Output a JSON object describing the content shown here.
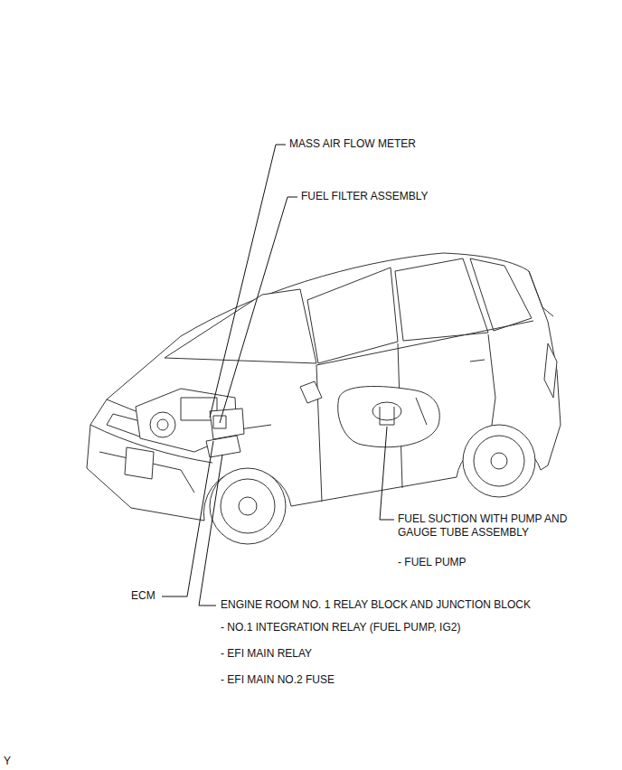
{
  "diagram": {
    "labels": [
      "MASS AIR FLOW METER",
      "FUEL FILTER ASSEMBLY",
      "FUEL SUCTION WITH PUMP AND GAUGE TUBE ASSEMBLY",
      "- FUEL PUMP",
      "ECM",
      "ENGINE ROOM NO. 1 RELAY BLOCK AND JUNCTION BLOCK",
      "- NO.1 INTEGRATION RELAY (FUEL PUMP, IG2)",
      "- EFI MAIN RELAY",
      "- EFI MAIN NO.2 FUSE",
      "Y"
    ]
  }
}
